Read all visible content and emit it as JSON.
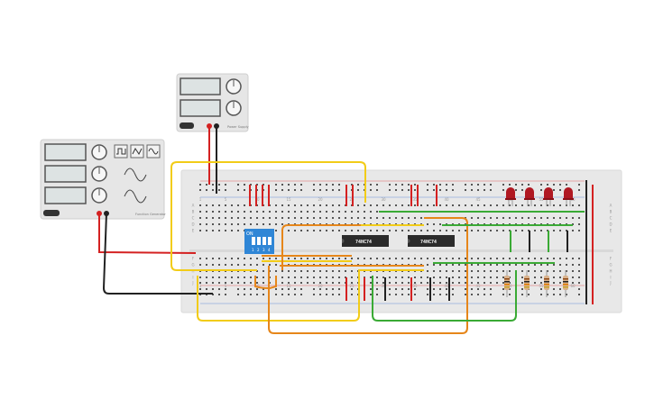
{
  "breadboard": {
    "column_numbers": [
      "1",
      "5",
      "10",
      "15",
      "20",
      "25",
      "30",
      "35",
      "40",
      "45",
      "50",
      "55",
      "60"
    ],
    "row_letters_top": [
      "A",
      "B",
      "C",
      "D",
      "E"
    ],
    "row_letters_bottom": [
      "F",
      "G",
      "H",
      "I",
      "J"
    ]
  },
  "chips": [
    {
      "label": "74HC74"
    },
    {
      "label": "74HC74"
    }
  ],
  "dip_switch": {
    "on_label": "ON",
    "numbers": [
      "1",
      "2",
      "3",
      "4"
    ]
  },
  "power_supply": {
    "tag": "Power Supply"
  },
  "function_generator": {
    "tag": "Function Generator"
  },
  "colors": {
    "wire_red": "#d42121",
    "wire_black": "#222222",
    "wire_yellow": "#f2cc18",
    "wire_orange": "#e6861a",
    "wire_green": "#3aaa35",
    "led_red": "#b01822",
    "dip_blue": "#2f86d6",
    "chip": "#2b2b2b",
    "board": "#e8e8e8"
  }
}
